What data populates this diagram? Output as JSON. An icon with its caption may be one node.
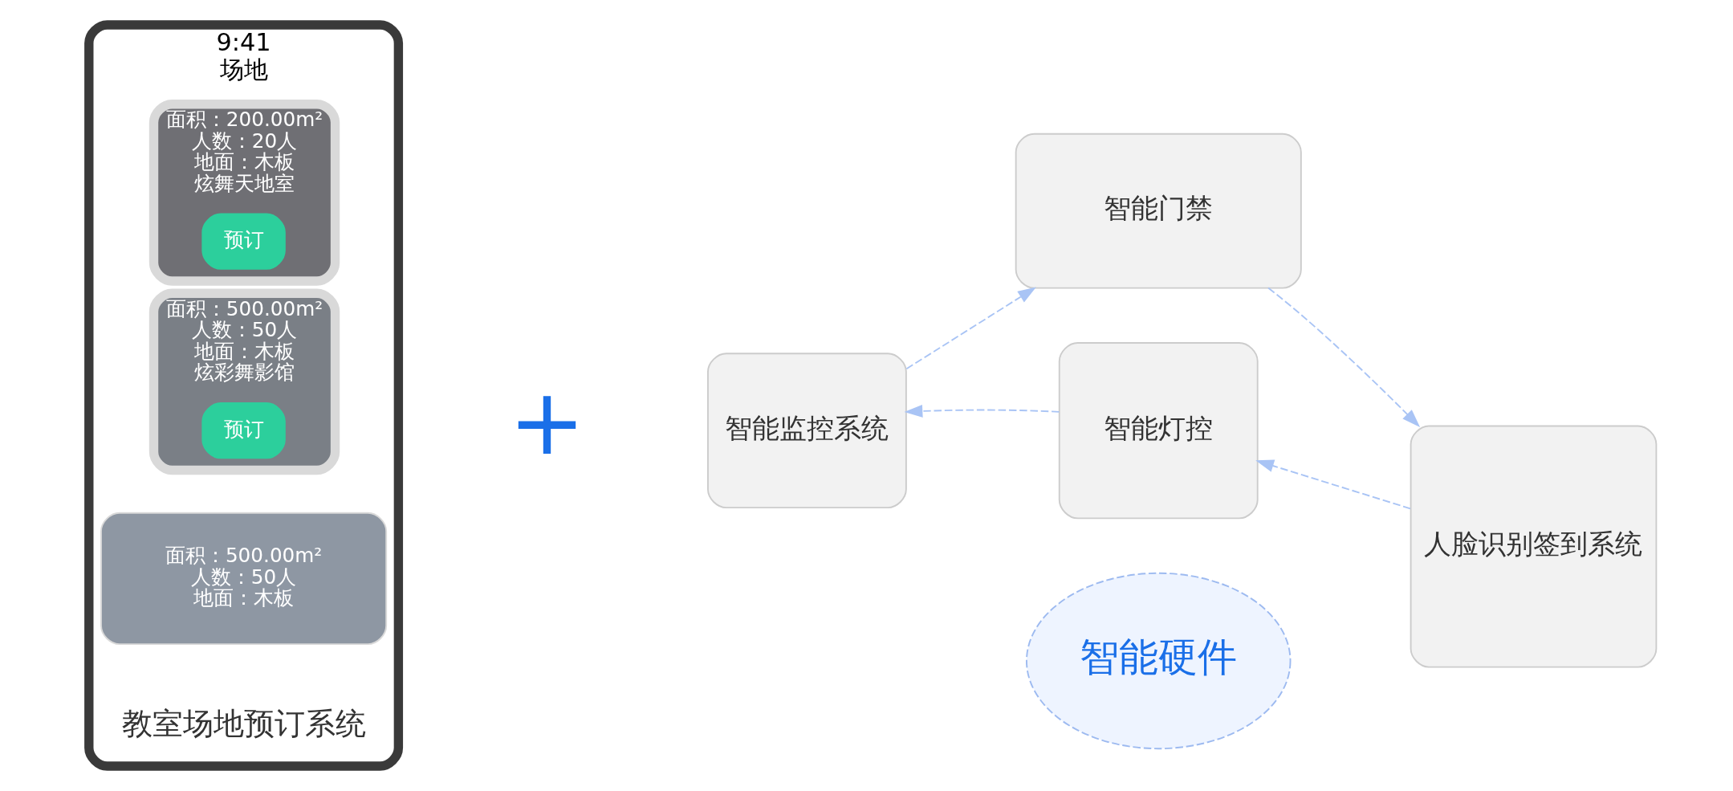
{
  "diagram": {
    "nodes": [
      {
        "text": [
          "9:41",
          "场地"
        ],
        "beside": [
          "教室场地预订系统"
        ]
      },
      {
        "text": [
          "面积：200.00m²",
          "人数：20人",
          "地面：木板",
          "炫舞天地室"
        ],
        "in": 0
      },
      {
        "text": [
          "预订"
        ],
        "in": 1
      },
      {
        "text": [
          "面积：500.00m²",
          "人数：50人",
          "地面：木板",
          "炫彩舞影馆"
        ],
        "in": 0
      },
      {
        "text": [
          "预订"
        ],
        "in": 3
      },
      {
        "text": [
          "面积：500.00m²",
          "人数：50人",
          "地面：木板"
        ],
        "in": 0
      },
      {
        "text": [
          "智能监控系统"
        ]
      },
      {
        "text": [
          "智能门禁"
        ]
      },
      {
        "text": [
          "人脸识别签到系统"
        ]
      },
      {
        "text": [
          "智能灯控"
        ]
      },
      {
        "text": [
          "智能硬件"
        ]
      }
    ],
    "edges": [
      {
        "from": 6,
        "to": 7,
        "arrow": "to",
        "style": "dashed"
      },
      {
        "from": 7,
        "to": 8,
        "arrow": "to",
        "style": "dashed"
      },
      {
        "from": 8,
        "to": 9,
        "arrow": "to",
        "style": "dashed"
      },
      {
        "from": 9,
        "to": 6,
        "arrow": "to",
        "style": "dashed"
      }
    ],
    "labels": [
      "+"
    ]
  }
}
